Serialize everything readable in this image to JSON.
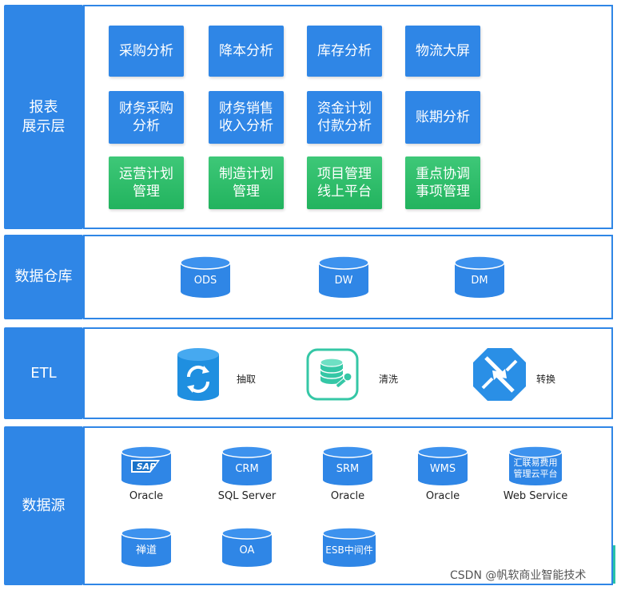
{
  "layers": {
    "report": {
      "label": "报表\n展示层",
      "rows": [
        [
          "采购分析",
          "降本分析",
          "库存分析",
          "物流大屏"
        ],
        [
          "财务采购\n分析",
          "财务销售\n收入分析",
          "资金计划\n付款分析",
          "账期分析"
        ],
        [
          "运营计划\n管理",
          "制造计划\n管理",
          "项目管理\n线上平台",
          "重点协调\n事项管理"
        ]
      ]
    },
    "warehouse": {
      "label": "数据仓库",
      "items": [
        "ODS",
        "DW",
        "DM"
      ]
    },
    "etl": {
      "label": "ETL",
      "items": [
        {
          "icon": "refresh-database-icon",
          "label": "抽取"
        },
        {
          "icon": "database-wrench-icon",
          "label": "清洗"
        },
        {
          "icon": "transform-arrows-icon",
          "label": "转换"
        }
      ]
    },
    "sources": {
      "label": "数据源",
      "row1": [
        {
          "name": "SAP",
          "caption": "Oracle"
        },
        {
          "name": "CRM",
          "caption": "SQL Server"
        },
        {
          "name": "SRM",
          "caption": "Oracle"
        },
        {
          "name": "WMS",
          "caption": "Oracle"
        },
        {
          "name": "汇联易费用\n管理云平台",
          "caption": "Web Service"
        }
      ],
      "row2": [
        {
          "name": "禅道"
        },
        {
          "name": "OA"
        },
        {
          "name": "ESB中间件"
        }
      ]
    }
  },
  "watermark": "CSDN @帆软商业智能技术",
  "colors": {
    "primary_blue": "#2f86e6",
    "green": "#22b35e",
    "teal": "#35c7a6"
  }
}
